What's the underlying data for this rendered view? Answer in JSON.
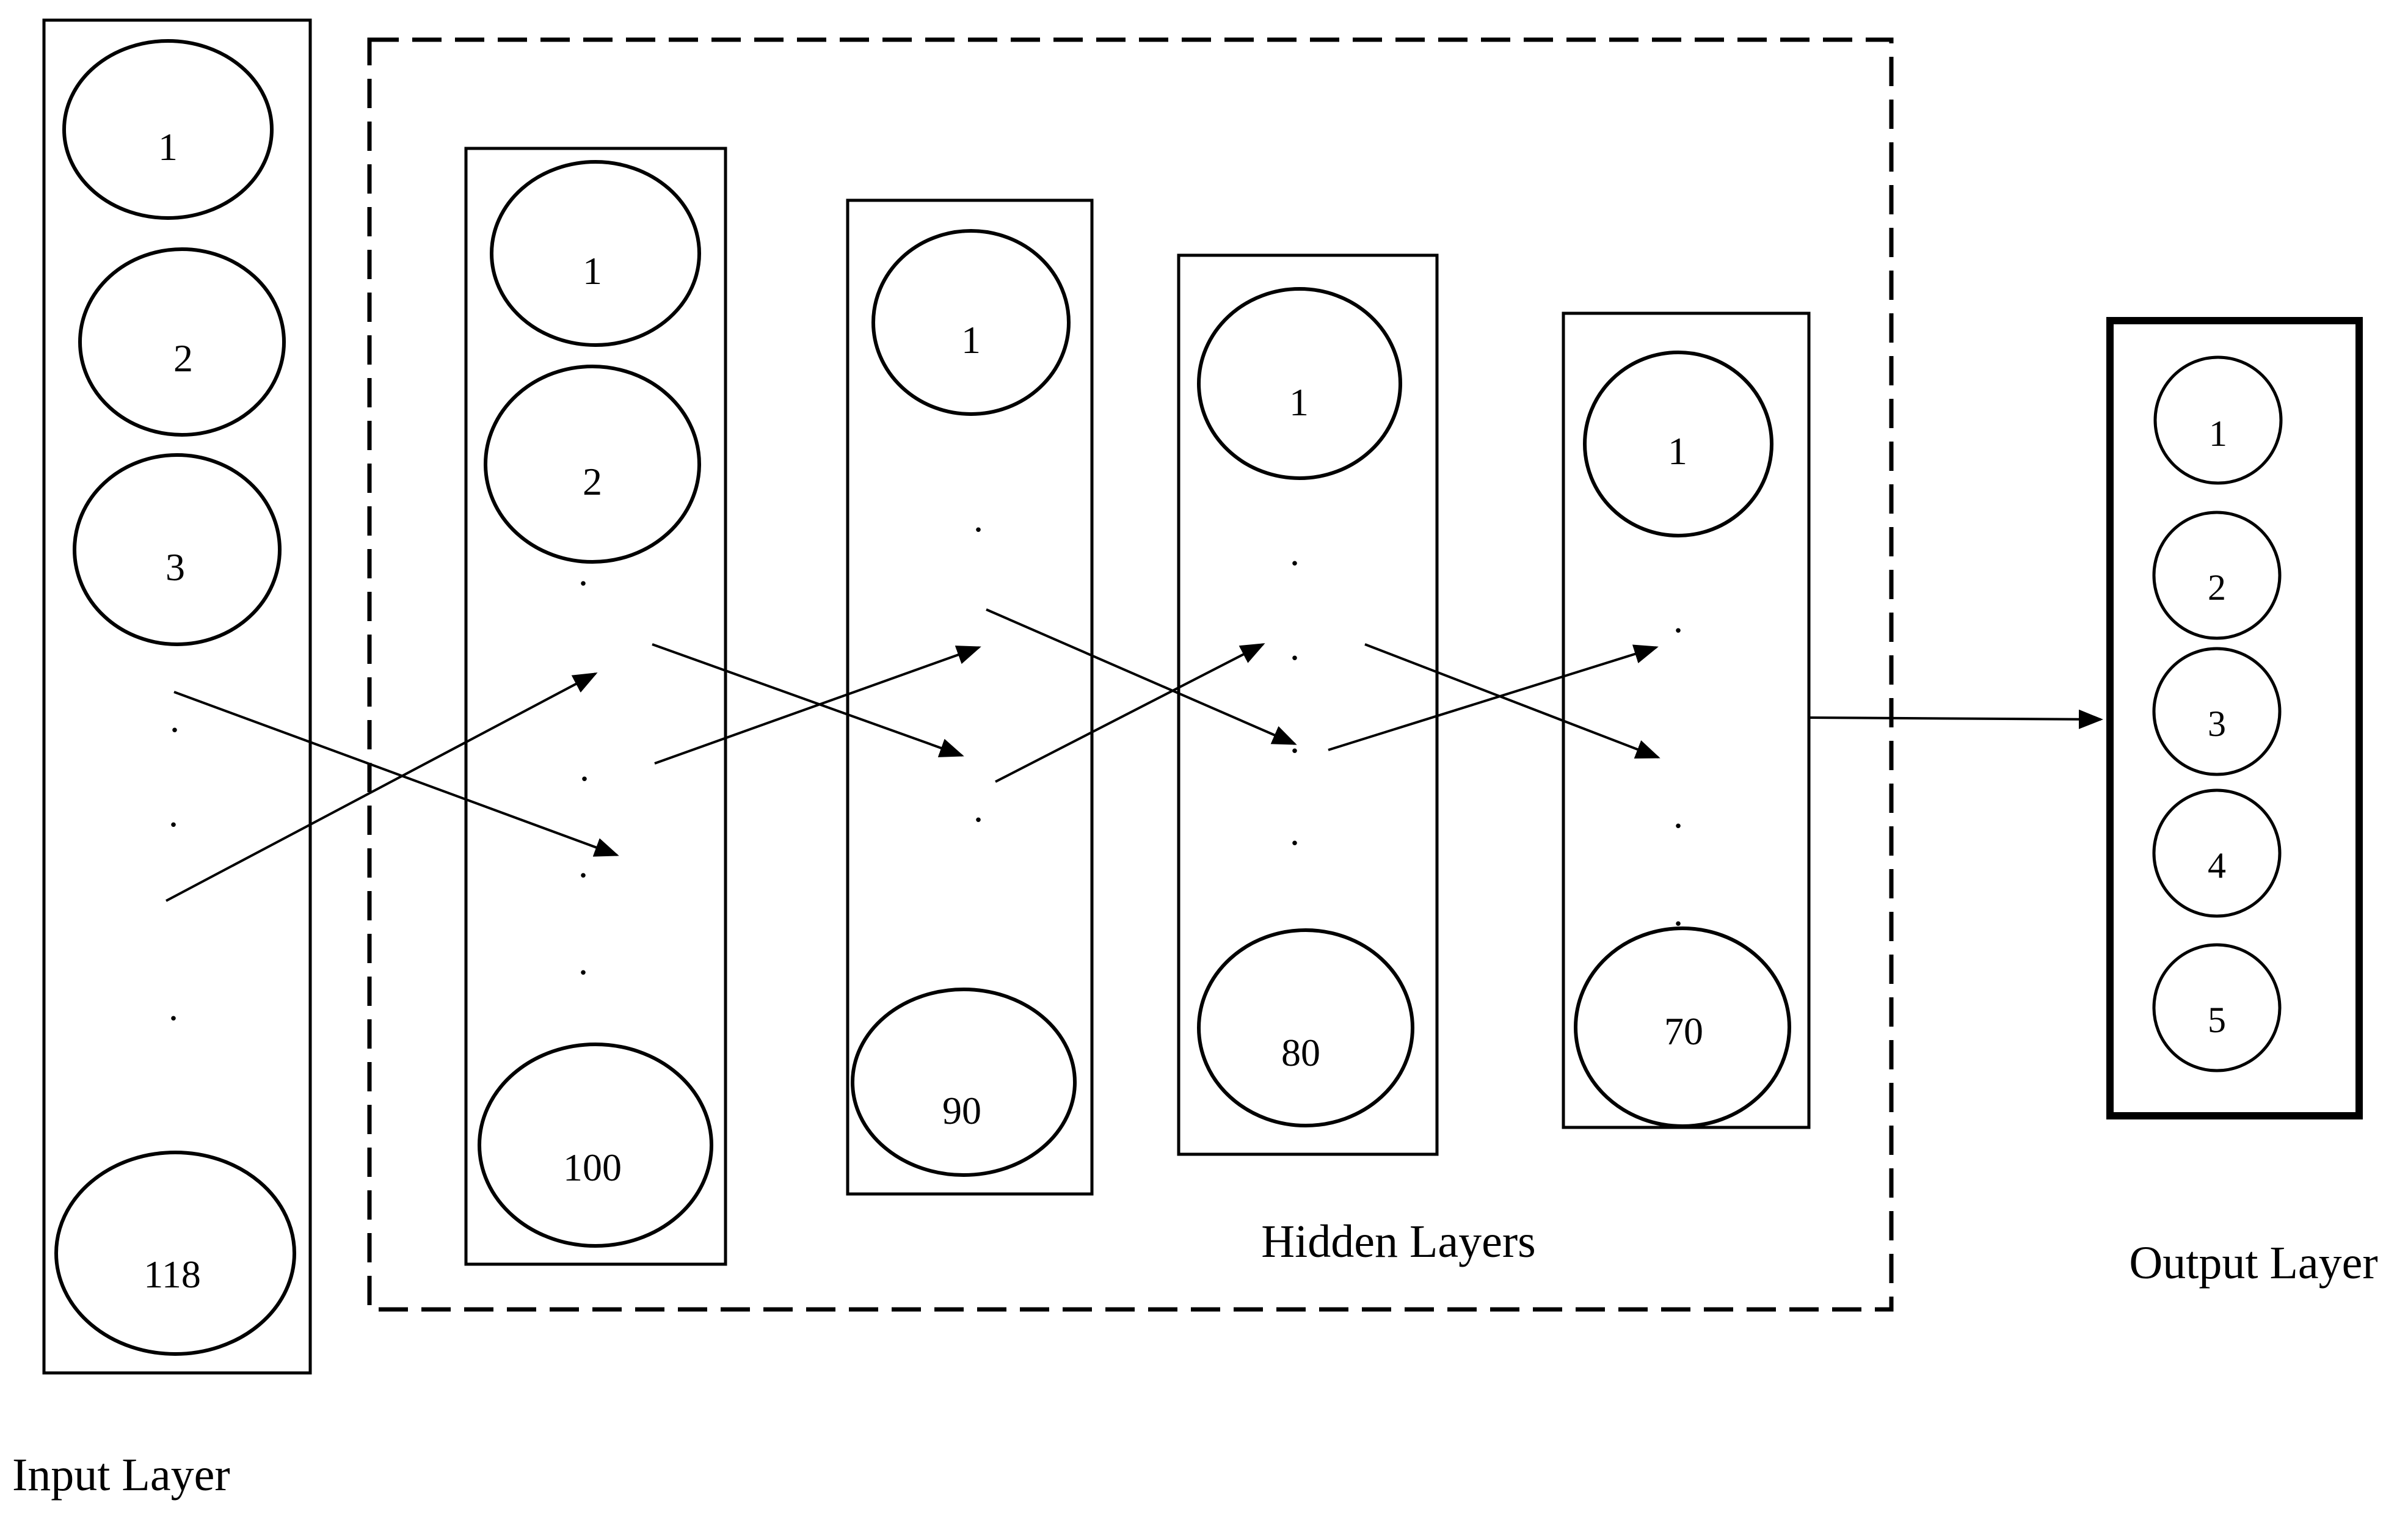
{
  "layers": {
    "input": {
      "title": "Input Layer",
      "nodes": [
        "1",
        "2",
        "3",
        "118"
      ],
      "ellipsis": [
        ".",
        ".",
        "."
      ]
    },
    "hidden": {
      "title": "Hidden Layers",
      "columns": [
        {
          "nodes": [
            "1",
            "2",
            "100"
          ],
          "ellipsis": [
            ".",
            ".",
            ".",
            "."
          ]
        },
        {
          "nodes": [
            "1",
            "90"
          ],
          "ellipsis": [
            ".",
            "."
          ]
        },
        {
          "nodes": [
            "1",
            "80"
          ],
          "ellipsis": [
            ".",
            ".",
            ".",
            "."
          ]
        },
        {
          "nodes": [
            "1",
            "70"
          ],
          "ellipsis": [
            ".",
            ".",
            "."
          ]
        }
      ]
    },
    "output": {
      "title": "Output Layer",
      "nodes": [
        "1",
        "2",
        "3",
        "4",
        "5"
      ]
    }
  }
}
